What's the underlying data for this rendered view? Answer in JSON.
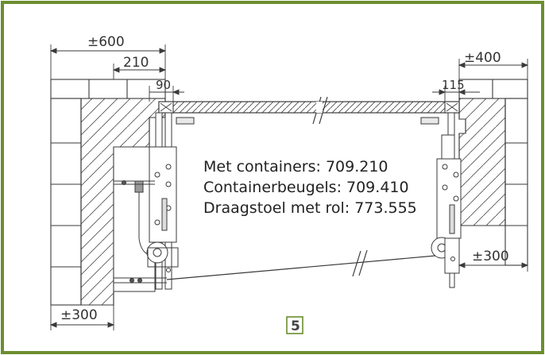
{
  "colors": {
    "border": "#6b8e2f",
    "figure_box": "#6b8e2f",
    "line": "#3a3a3a",
    "hatch": "#555555"
  },
  "dimensions": {
    "left_overall": "±600",
    "left_inner": "210",
    "left_offset": "90",
    "left_bottom": "±300",
    "right_overall": "±400",
    "right_offset": "115",
    "right_bottom": "±300"
  },
  "notes": [
    "Met containers: 709.210",
    "Containerbeugels: 709.410",
    "Draagstoel met rol: 773.555"
  ],
  "figure_number": "5"
}
